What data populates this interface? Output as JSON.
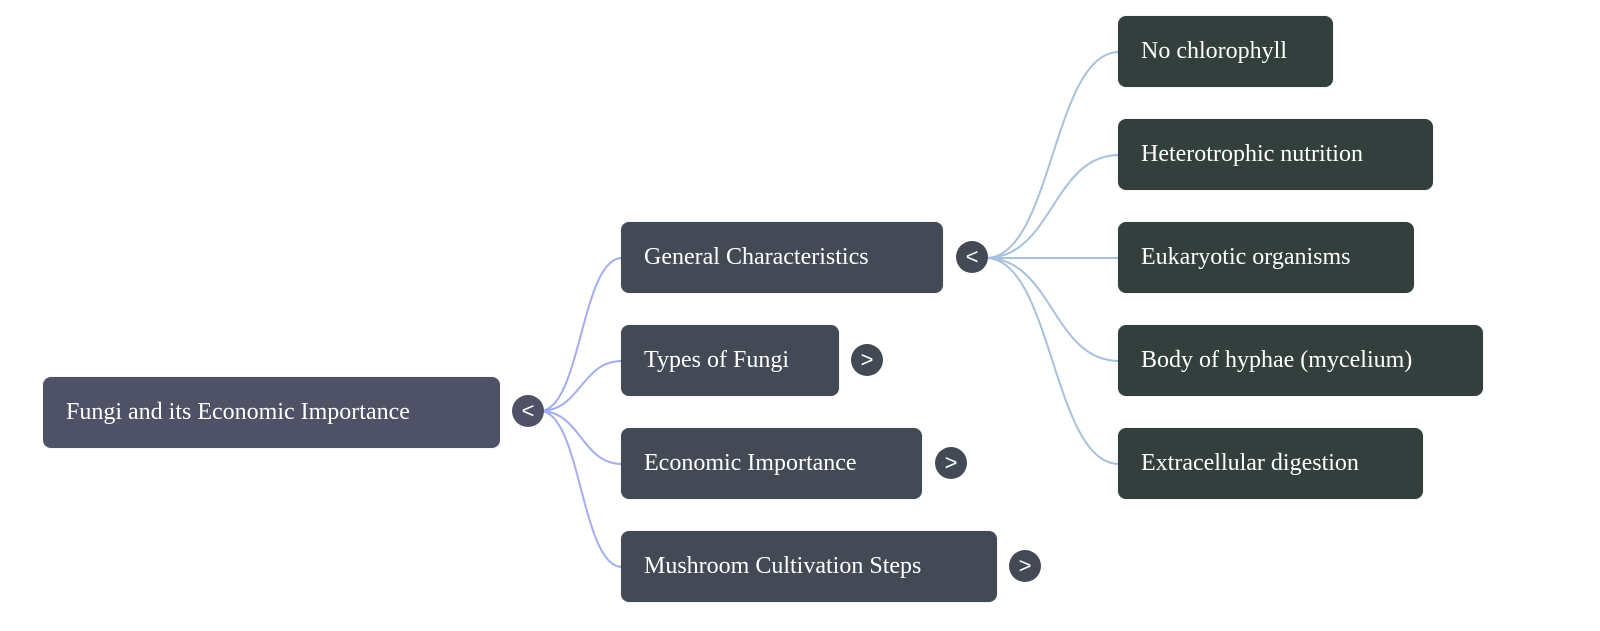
{
  "mindmap": {
    "root": {
      "label": "Fungi and its Economic Importance",
      "toggle": "<",
      "expanded": true
    },
    "branches": [
      {
        "label": "General Characteristics",
        "toggle": "<",
        "expanded": true,
        "children": [
          {
            "label": "No chlorophyll"
          },
          {
            "label": "Heterotrophic nutrition"
          },
          {
            "label": "Eukaryotic organisms"
          },
          {
            "label": "Body of hyphae (mycelium)"
          },
          {
            "label": "Extracellular digestion"
          }
        ]
      },
      {
        "label": "Types of Fungi",
        "toggle": ">",
        "expanded": false
      },
      {
        "label": "Economic Importance",
        "toggle": ">",
        "expanded": false
      },
      {
        "label": "Mushroom Cultivation Steps",
        "toggle": ">",
        "expanded": false
      }
    ]
  },
  "colors": {
    "root_bg": "#4f5166",
    "branch_bg": "#434a55",
    "leaf_bg": "#323f3c",
    "root_edge": "#a3aef0",
    "branch_edge": "#a7c1dc"
  }
}
